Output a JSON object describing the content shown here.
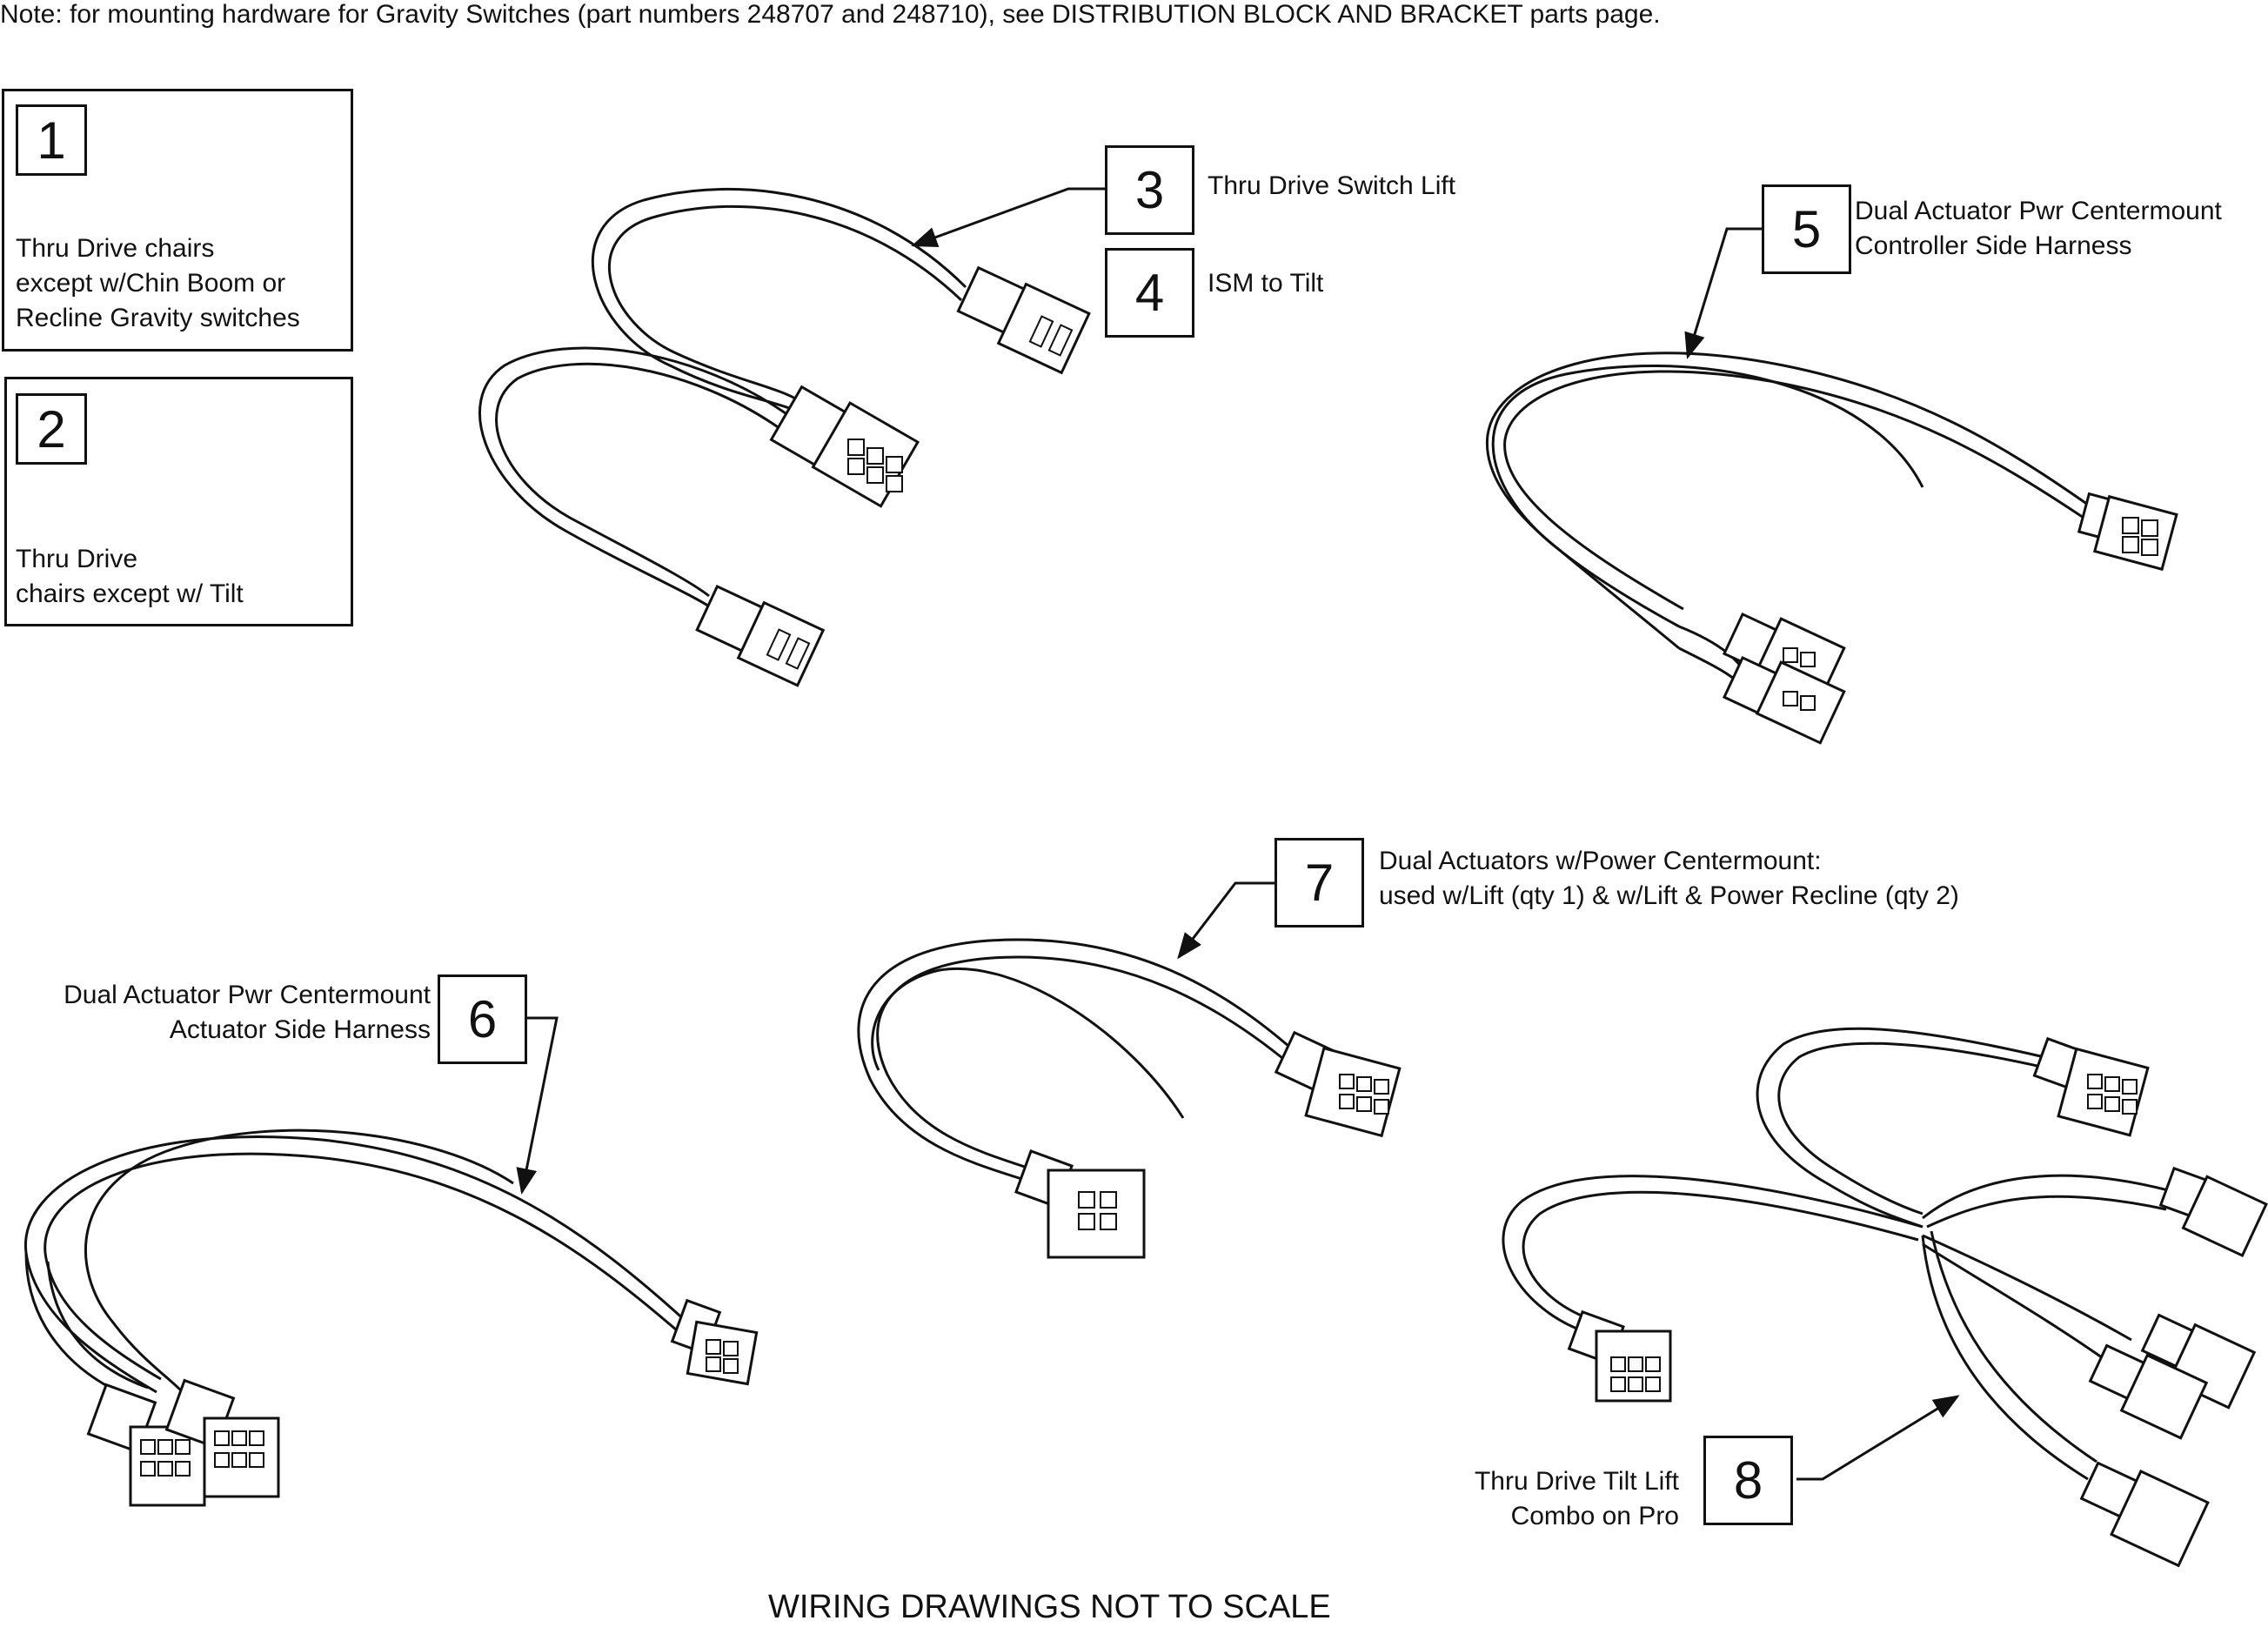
{
  "note": "Note: for mounting hardware for Gravity Switches (part numbers 248707 and 248710), see DISTRIBUTION BLOCK AND BRACKET parts page.",
  "items": [
    {
      "number": "1",
      "lines": [
        "Thru Drive chairs",
        "except w/Chin Boom or",
        "Recline Gravity switches"
      ]
    },
    {
      "number": "2",
      "lines": [
        "Thru Drive",
        "chairs except w/ Tilt"
      ]
    },
    {
      "number": "3",
      "lines": [
        "Thru Drive Switch Lift"
      ]
    },
    {
      "number": "4",
      "lines": [
        "ISM to Tilt"
      ]
    },
    {
      "number": "5",
      "lines": [
        "Dual Actuator Pwr Centermount",
        "Controller Side Harness"
      ]
    },
    {
      "number": "6",
      "lines": [
        "Dual Actuator Pwr Centermount",
        "Actuator Side Harness"
      ]
    },
    {
      "number": "7",
      "lines": [
        "Dual Actuators w/Power Centermount:",
        "used w/Lift (qty 1) & w/Lift & Power Recline (qty 2)"
      ]
    },
    {
      "number": "8",
      "lines": [
        "Thru Drive Tilt Lift",
        "Combo on Pro"
      ]
    }
  ],
  "footer": "WIRING DRAWINGS NOT TO SCALE"
}
